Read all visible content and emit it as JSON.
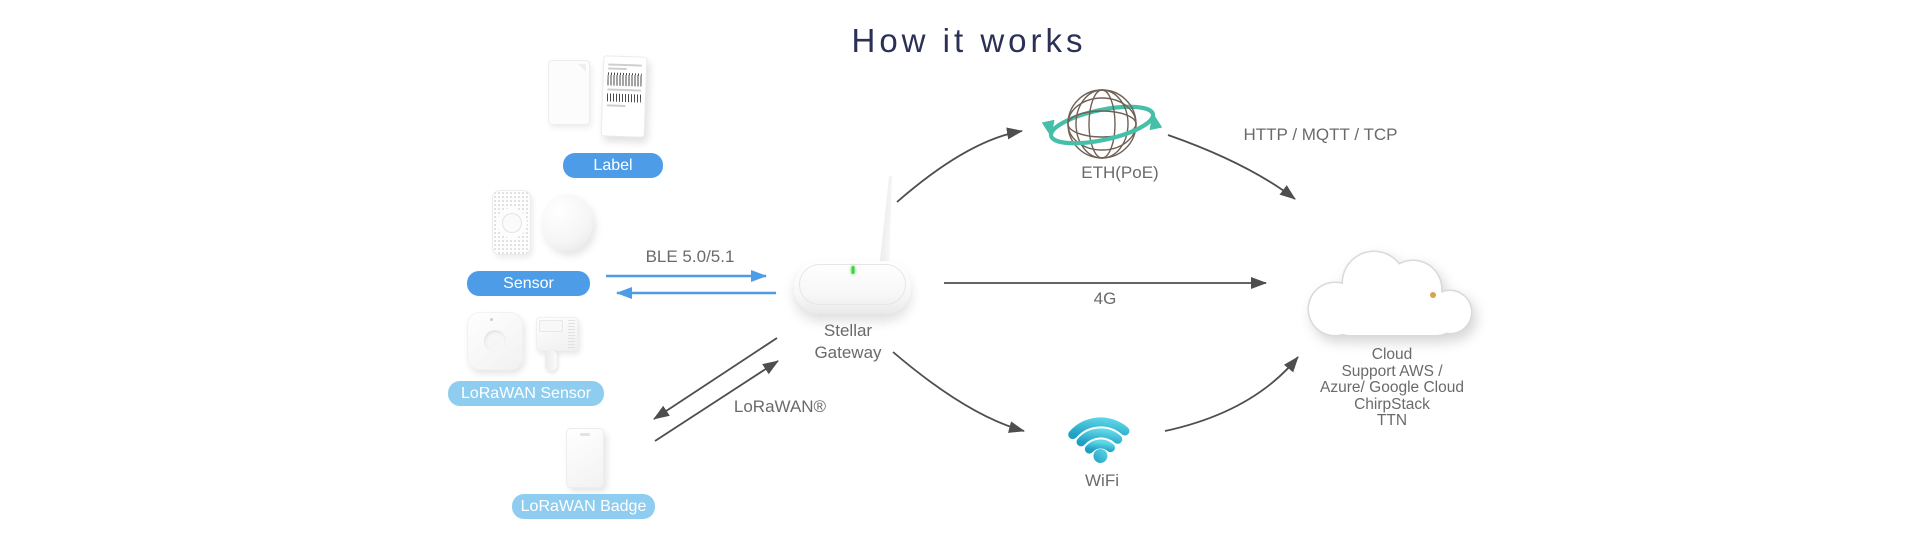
{
  "title": "How it works",
  "nodes": {
    "label": {
      "badge": "Label"
    },
    "sensor": {
      "badge": "Sensor"
    },
    "lorawan_sensor": {
      "badge": "LoRaWAN Sensor"
    },
    "lorawan_badge": {
      "badge": "LoRaWAN Badge"
    },
    "gateway": {
      "name_line1": "Stellar",
      "name_line2": "Gateway"
    },
    "eth": {
      "label": "ETH(PoE)",
      "icon": "globe-icon"
    },
    "wifi": {
      "label": "WiFi",
      "icon": "wifi-icon"
    },
    "cloud": {
      "icon": "cloud-icon",
      "lines": [
        "Cloud",
        "Support AWS /",
        "Azure/ Google Cloud",
        "ChirpStack",
        "TTN"
      ]
    }
  },
  "edges": {
    "ble": {
      "label": "BLE 5.0/5.1"
    },
    "lorawan": {
      "label": "LoRaWAN®"
    },
    "cellular": {
      "label": "4G"
    },
    "protocols": {
      "label": "HTTP / MQTT / TCP"
    }
  },
  "colors": {
    "title": "#2b3057",
    "text": "#6a6a6a",
    "badge_blue": "#4d9ce8",
    "badge_light_blue": "#8fcdf0",
    "arrow_blue": "#4d9ce8",
    "arrow_gray": "#4e4e4e",
    "swoosh_teal": "#45bfa7",
    "globe_wire": "#6f6156",
    "wifi_teal_dark": "#1f9fc2",
    "wifi_teal_light": "#5fd8e8",
    "cloud_stripe_gray": "#9b9b9b",
    "cloud_stripe_green": "#6cbd83",
    "cloud_stripe_orange": "#d9a24f",
    "led_green": "#41d23f"
  }
}
